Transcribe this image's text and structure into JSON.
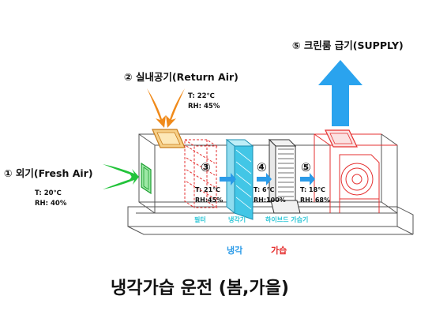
{
  "labels": {
    "supply": "⑤ 크린룸 급기(SUPPLY)",
    "return_air": "② 실내공기(Return Air)",
    "return_t": "T: 22℃",
    "return_rh": "RH: 45%",
    "fresh_air": "① 외기(Fresh Air)",
    "fresh_t": "T: 20℃",
    "fresh_rh": "RH: 40%",
    "step3": "③",
    "step3_t": "T: 21℃",
    "step3_rh": "RH:45%",
    "step4": "④",
    "step4_t": "T: 6℃",
    "step4_rh": "RH:100%",
    "step5": "⑤",
    "step5_t": "T: 18℃",
    "step5_rh": "RH: 68%",
    "filter": "필터",
    "cooling_coil": "냉각기",
    "hybrid_humidifier": "하이브드 가습기",
    "legend_cooling": "냉각",
    "legend_humid": "가습",
    "main_title": "냉각가습 운전 (봄,가을)"
  },
  "colors": {
    "cooling": "#2b9be8",
    "humid": "#e53030",
    "fresh_arrow": "#22c33a",
    "return_arrow": "#f08a1a",
    "supply_arrow": "#2aa3ee",
    "outline": "#555555",
    "coil": "#42c6e6"
  }
}
